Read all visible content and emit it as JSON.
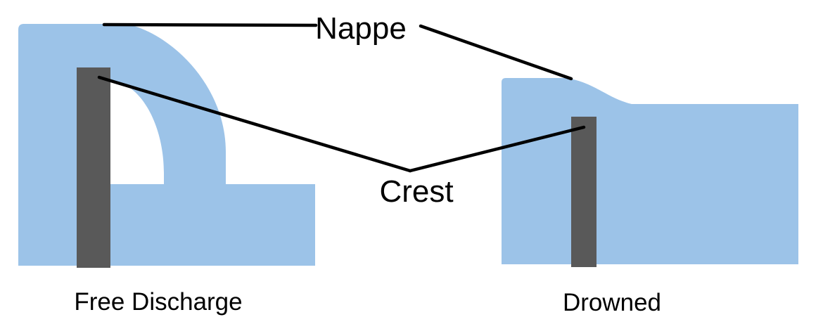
{
  "diagram": {
    "labels": {
      "nappe": "Nappe",
      "crest": "Crest"
    },
    "captions": {
      "free_discharge": "Free Discharge",
      "drowned": "Drowned"
    },
    "colors": {
      "water": "#9CC3E8",
      "weir": "#595959",
      "line": "#000000",
      "text": "#000000",
      "background": "#FFFFFF"
    }
  }
}
